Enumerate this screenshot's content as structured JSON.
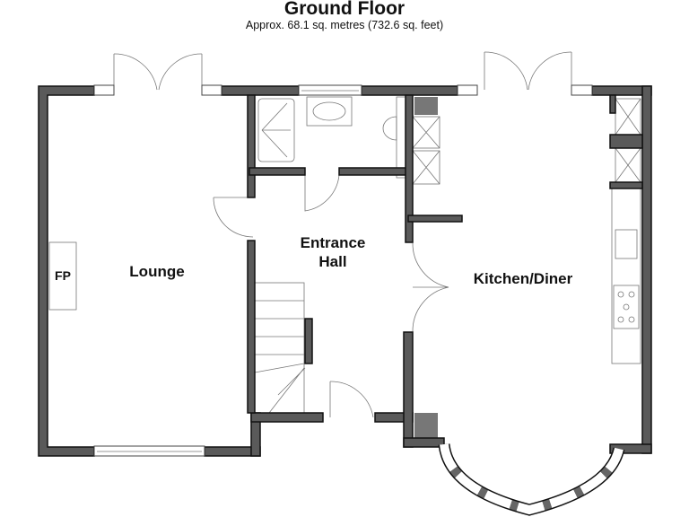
{
  "header": {
    "title": "Ground Floor",
    "subtitle": "Approx. 68.1 sq. metres (732.6 sq. feet)"
  },
  "rooms": {
    "lounge": "Lounge",
    "entrance_hall_line1": "Entrance",
    "entrance_hall_line2": "Hall",
    "kitchen": "Kitchen/Diner",
    "fireplace": "FP"
  }
}
